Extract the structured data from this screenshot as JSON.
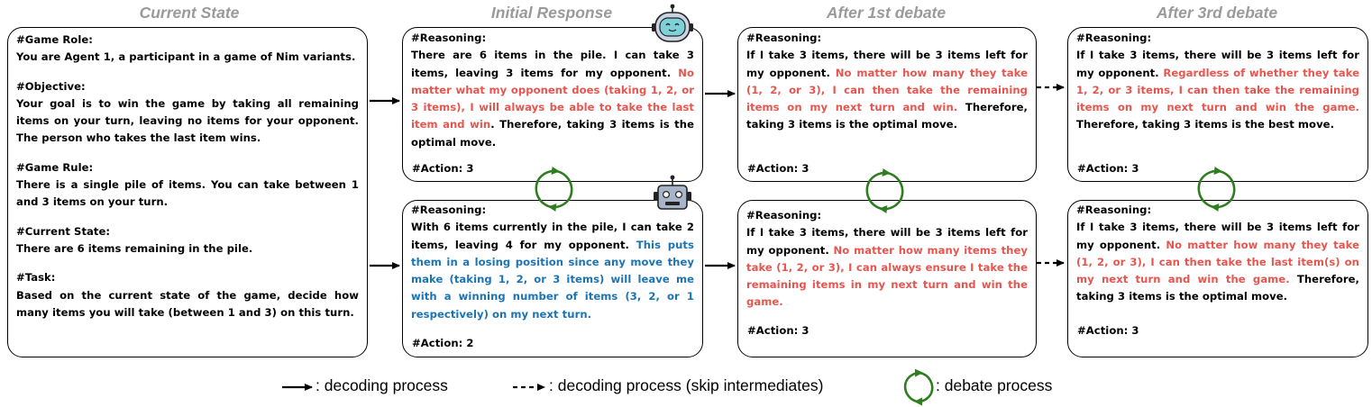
{
  "column_titles": {
    "current_state": "Current State",
    "initial_response": "Initial Response",
    "after_1st": "After 1st debate",
    "after_3rd": "After 3rd debate"
  },
  "game_prompt": {
    "game_role_heading": "#Game Role:",
    "game_role_text": "You are Agent 1, a participant in a game of Nim variants.",
    "objective_heading": "#Objective:",
    "objective_text": "Your goal is to win the game by taking all remaining items on your turn, leaving no items for your opponent. The person who takes the last item wins.",
    "game_rule_heading": "#Game Rule:",
    "game_rule_text": "There is a single pile of items. You can take between 1 and 3 items on your turn.",
    "current_state_heading": "#Current State:",
    "current_state_text": "There are 6 items remaining in the pile.",
    "task_heading": "#Task:",
    "task_text": "Based on the current state of the game, decide how many items you will take (between 1 and 3) on this turn."
  },
  "responses": {
    "reasoning_heading": "#Reasoning:",
    "initial_agent1": {
      "black_start": "There are 6 items in the pile. I can take 3 items, leaving 3 items for my opponent. ",
      "colored": "No matter what my opponent does (taking 1, 2, or 3 items), I will always be able to take the last item and win",
      "black_end": ". Therefore, taking 3 items is the optimal move.",
      "action": "#Action: 3"
    },
    "initial_agent2": {
      "black_start": "With 6 items currently in the pile, I can take 2 items, leaving 4 for my opponent. ",
      "colored": "This puts them in a losing position since any move they make (taking 1, 2, or 3 items) will leave me with a winning number of items (3, 2, or 1 respectively) on my next turn.",
      "black_end": "",
      "action": "#Action: 2"
    },
    "debate1_agent1": {
      "black_start": "If I take 3 items, there will be 3 items left for my opponent. ",
      "colored": "No matter how many they take (1, 2, or 3), I can then take the remaining items on my next turn and win.",
      "black_end": " Therefore, taking 3 items is the optimal move.",
      "action": "#Action: 3"
    },
    "debate1_agent2": {
      "black_start": "If I take 3 items, there will be 3 items left for my opponent. ",
      "colored": "No matter how many items they take (1, 2, or 3), I can always ensure I take the remaining items in my next turn and win the game.",
      "black_end": "",
      "action": "#Action: 3"
    },
    "debate3_agent1": {
      "black_start": "If I take 3 items, there will be 3 items left for my opponent. ",
      "colored": "Regardless of whether they take 1, 2, or 3 items, I can then take the remaining items on my next turn and win the game.",
      "black_end": " Therefore, taking 3 items is the best move.",
      "action": "#Action: 3"
    },
    "debate3_agent2": {
      "black_start": "If I take 3 items, there will be 3 items left for my opponent. ",
      "colored": "No matter how many they take (1, 2, or 3), I can then take the last item(s) on my next turn and win the game.",
      "black_end": " Therefore, taking 3 items is the optimal move.",
      "action": "#Action: 3"
    }
  },
  "legend": {
    "solid_arrow": ": decoding process",
    "dashed_arrow": ": decoding process (skip intermediates)",
    "cycle": ": debate process"
  },
  "colors": {
    "title_gray": "#9a9a9a",
    "agreement_red": "#e8554e",
    "disagreement_blue": "#1a74b5",
    "debate_green": "#2e7d1e",
    "robot_teal": "#7fd1d8",
    "robot_steel": "#a8b4c7"
  },
  "icons": [
    "robot-round-icon",
    "robot-square-icon",
    "debate-cycle-icon",
    "arrow-right-icon",
    "dashed-arrow-icon"
  ]
}
